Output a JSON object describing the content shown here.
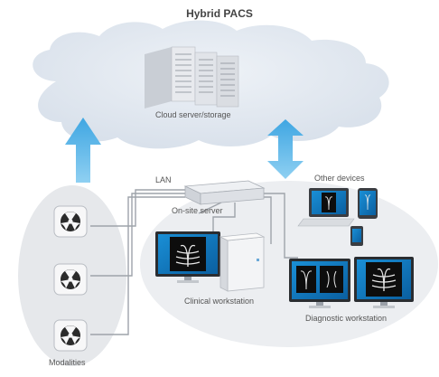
{
  "title": "Hybrid PACS",
  "labels": {
    "cloud": "Cloud server/storage",
    "lan": "LAN",
    "onsite": "On-site server",
    "other": "Other devices",
    "clinical": "Clinical workstation",
    "diagnostic": "Diagnostic workstation",
    "modalities": "Modalities"
  },
  "icons": {
    "modality": "radiation-symbol-icon"
  },
  "colors": {
    "cloud": "#dfe6ef",
    "arrow": "#5bb7ea",
    "screen": "#0a7fc4",
    "ellipse": "#e9ebee"
  }
}
